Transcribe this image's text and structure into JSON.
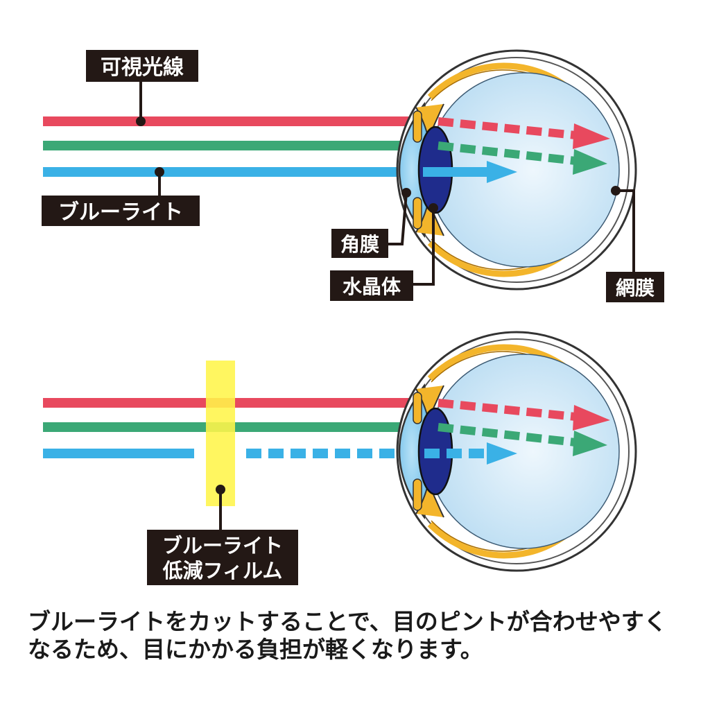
{
  "labels": {
    "visible_light": "可視光線",
    "blue_light_top": "ブルーライト",
    "cornea": "角膜",
    "lens": "水晶体",
    "retina": "網膜",
    "film_line1": "ブルーライト",
    "film_line2": "低減フィルム"
  },
  "caption": {
    "line1": "ブルーライトをカットすることで、目のピントが合わせやすく",
    "line2": "なるため、目にかかる負担が軽くなります。"
  },
  "colors": {
    "red_ray": "#e8495e",
    "green_ray": "#3ba876",
    "blue_ray": "#3ab1e6",
    "film": "#fff54a",
    "label_bg": "#231815",
    "sclera": "#f3b52b",
    "eye_interior": "#cfe8f7",
    "cornea": "#9fd3f0",
    "lens": "#1f2c8c"
  }
}
